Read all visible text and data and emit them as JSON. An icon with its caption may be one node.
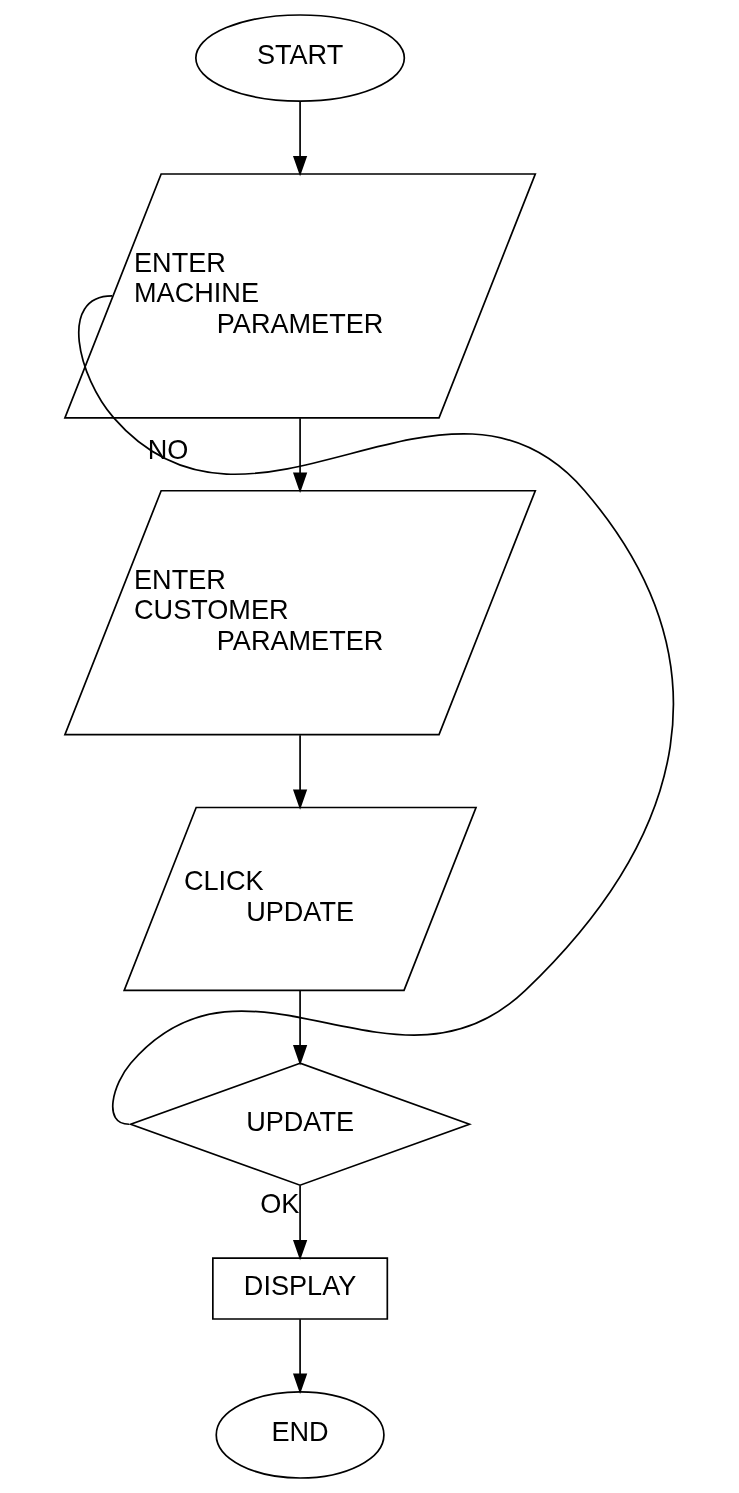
{
  "diagram": {
    "nodes": [
      {
        "text": [
          "START"
        ]
      },
      {
        "text": [
          "ENTER MACHINE PARAMETER"
        ]
      },
      {
        "text": [
          "ENTER CUSTOMER PARAMETER"
        ]
      },
      {
        "text": [
          "CLICK UPDATE"
        ]
      },
      {
        "text": [
          "UPDATE"
        ]
      },
      {
        "text": [
          "DISPLAY"
        ]
      },
      {
        "text": [
          "END"
        ]
      }
    ],
    "edges": [
      {
        "from": 0,
        "to": 1,
        "arrow": "to"
      },
      {
        "from": 1,
        "to": 2,
        "arrow": "to"
      },
      {
        "from": 2,
        "to": 3,
        "arrow": "to"
      },
      {
        "from": 3,
        "to": 4,
        "arrow": "to"
      },
      {
        "from": 4,
        "to": 1,
        "arrow": "none",
        "label": "NO"
      },
      {
        "from": 4,
        "to": 5,
        "arrow": "to",
        "label": "OK"
      },
      {
        "from": 5,
        "to": 6,
        "arrow": "to"
      }
    ]
  }
}
